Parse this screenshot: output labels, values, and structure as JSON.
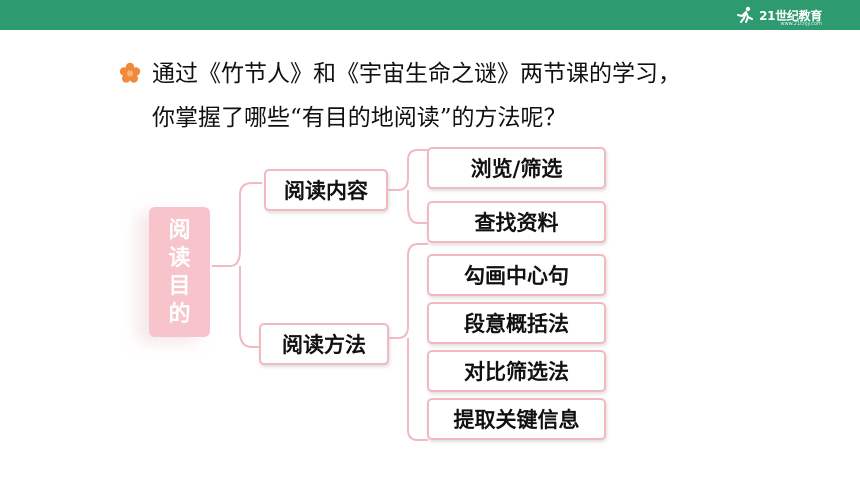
{
  "brand": {
    "logo_text": "21世纪教育",
    "logo_sub": "www.21cnjy.com",
    "bar_color": "#2e9a6f"
  },
  "question": {
    "line1": "通过《竹节人》和《宇宙生命之谜》两节课的学习，",
    "line2": "你掌握了哪些“有目的地阅读”的方法呢？"
  },
  "mindmap": {
    "root": [
      "阅",
      "读",
      "目",
      "的"
    ],
    "branches": [
      {
        "label": "阅读内容",
        "leaves": [
          "浏览/筛选",
          "查找资料"
        ]
      },
      {
        "label": "阅读方法",
        "leaves": [
          "勾画中心句",
          "段意概括法",
          "对比筛选法",
          "提取关键信息"
        ]
      }
    ]
  },
  "colors": {
    "root_fill": "#f6c4ca",
    "connector": "#f2b9c0",
    "bullet": "#f08a3a"
  }
}
